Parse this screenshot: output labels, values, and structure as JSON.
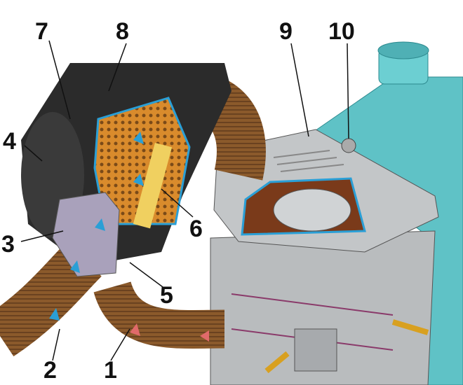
{
  "callouts": [
    {
      "id": "1",
      "text": "1"
    },
    {
      "id": "2",
      "text": "2"
    },
    {
      "id": "3",
      "text": "3"
    },
    {
      "id": "4",
      "text": "4"
    },
    {
      "id": "5",
      "text": "5"
    },
    {
      "id": "6",
      "text": "6"
    },
    {
      "id": "7",
      "text": "7"
    },
    {
      "id": "8",
      "text": "8"
    },
    {
      "id": "9",
      "text": "9"
    },
    {
      "id": "10",
      "text": "10"
    }
  ],
  "colors": {
    "hose": "#8b5a2b",
    "tank": "#5fc2c6",
    "metal": "#b9bcbe",
    "housing": "#2b2b2b",
    "filter": "#d98b2c",
    "airflow_clean": "#2a9fd6",
    "airflow_hot": "#e06a6a"
  }
}
